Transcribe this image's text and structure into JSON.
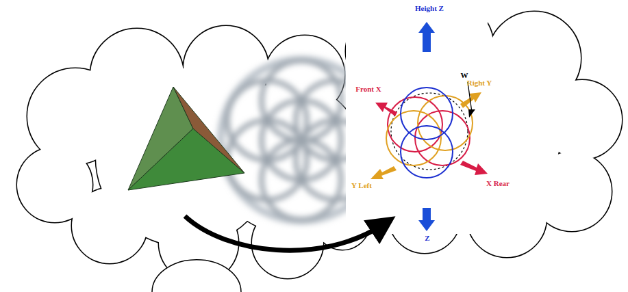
{
  "diagram": {
    "labels": [
      "Height Z",
      "Front X",
      "Right Y",
      "W",
      "Y Left",
      "X Rear",
      "Z"
    ]
  }
}
